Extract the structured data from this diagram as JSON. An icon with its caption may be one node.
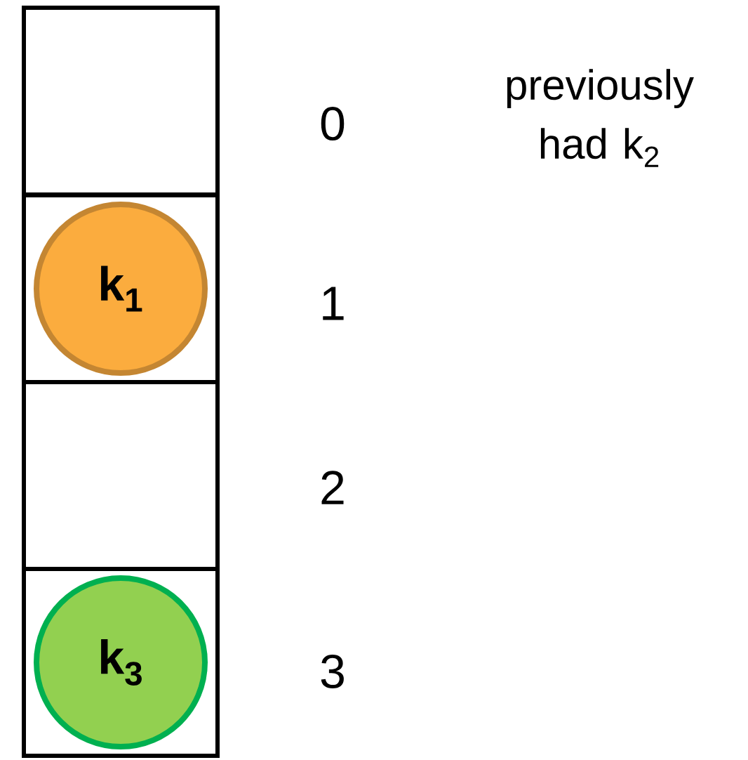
{
  "diagram": {
    "nodes": [
      {
        "text": [],
        "shape": "box"
      },
      {
        "text": [],
        "shape": "box"
      },
      {
        "text": [],
        "shape": "box"
      },
      {
        "text": [],
        "shape": "box"
      },
      {
        "text": [
          "k$_{1}$"
        ],
        "in": 1
      },
      {
        "text": [
          "k$_{3}$"
        ],
        "in": 3
      }
    ],
    "edges": [],
    "labels": [
      "0",
      "1",
      "2",
      "3",
      "previously had k$_{2}$"
    ]
  }
}
